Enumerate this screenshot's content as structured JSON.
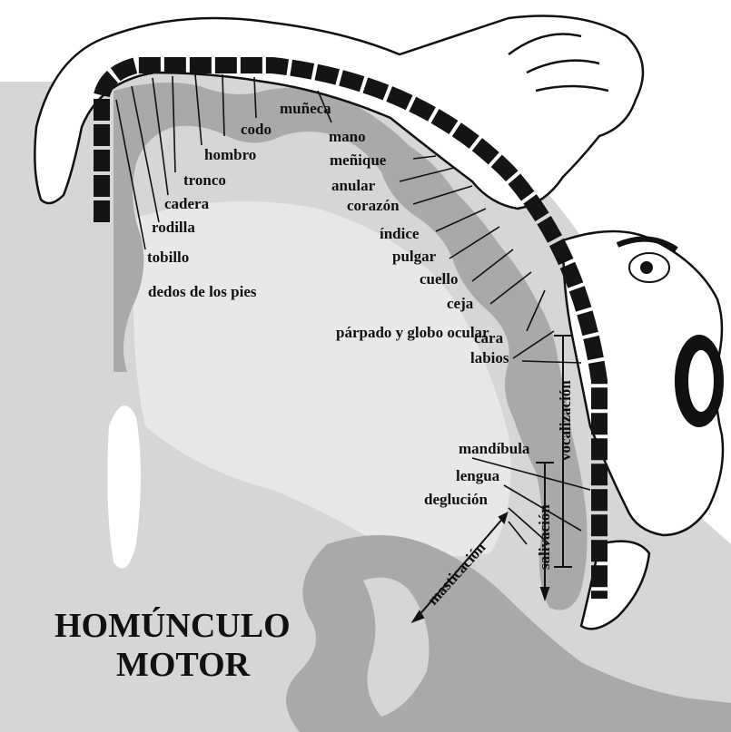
{
  "title": {
    "line1": "HOMÚNCULO",
    "line2": "MOTOR"
  },
  "labels": {
    "muneca": "muñeca",
    "codo": "codo",
    "hombro": "hombro",
    "tronco": "tronco",
    "cadera": "cadera",
    "rodilla": "rodilla",
    "tobillo": "tobillo",
    "dedos_pies": "dedos de los pies",
    "mano": "mano",
    "menique": "meñique",
    "anular": "anular",
    "corazon": "corazón",
    "indice": "índice",
    "pulgar": "pulgar",
    "cuello": "cuello",
    "ceja": "ceja",
    "parpado": "párpado y globo ocular",
    "cara": "cara",
    "labios": "labios",
    "mandibula": "mandíbula",
    "lengua": "lengua",
    "deglucion": "deglución",
    "masticacion": "masticación",
    "salivacion": "salivación",
    "vocalizacion": "vocalización"
  },
  "colors": {
    "cortex_gray": "#d6d6d6",
    "gyrus_gray": "#a9a9a9",
    "strip_black": "#141414",
    "ink": "#111111"
  }
}
